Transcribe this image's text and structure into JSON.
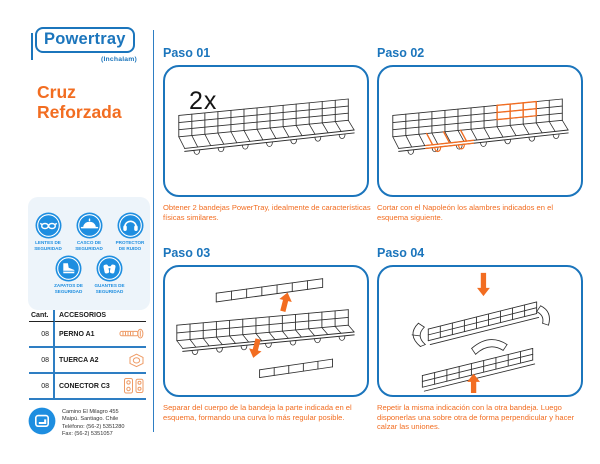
{
  "brand": {
    "logo_text": "Powertray",
    "logo_sub": "(Inchalam)",
    "title_line1": "Cruz",
    "title_line2": "Reforzada"
  },
  "safety": {
    "items": [
      {
        "icon": "goggles-icon",
        "label_line1": "LENTES DE",
        "label_line2": "SEGURIDAD"
      },
      {
        "icon": "helmet-icon",
        "label_line1": "CASCO DE",
        "label_line2": "SEGURIDAD"
      },
      {
        "icon": "earmuff-icon",
        "label_line1": "PROTECTOR",
        "label_line2": "DE RUIDO"
      },
      {
        "icon": "boot-icon",
        "label_line1": "ZAPATOS DE",
        "label_line2": "SEGURIDAD"
      },
      {
        "icon": "gloves-icon",
        "label_line1": "GUANTES DE",
        "label_line2": "SEGURIDAD"
      }
    ]
  },
  "accessories_table": {
    "headers": [
      "Cant.",
      "ACCESORIOS"
    ],
    "rows": [
      {
        "qty": "08",
        "name": "PERNO A1",
        "icon": "bolt-icon"
      },
      {
        "qty": "08",
        "name": "TUERCA A2",
        "icon": "nut-icon"
      },
      {
        "qty": "08",
        "name": "CONECTOR C3",
        "icon": "connector-icon"
      }
    ]
  },
  "footer": {
    "address_lines": [
      "Camino El Milagro 455",
      "Maipú. Santiago. Chile",
      "Teléfono: (56-2) 5351280",
      "Fax: (56-2) 5351057"
    ]
  },
  "steps": [
    {
      "title": "Paso 01",
      "badge": "2x",
      "caption": "Obtener 2 bandejas PowerTray, idealmente de características físicas similares."
    },
    {
      "title": "Paso 02",
      "caption": "Cortar con el Napoleón los alambres indicados en el esquema siguiente."
    },
    {
      "title": "Paso 03",
      "caption": "Separar del cuerpo de la bandeja la parte indicada en el esquema, formando una curva lo más regular posible."
    },
    {
      "title": "Paso 04",
      "caption": "Repetir la misma indicación con la otra bandeja. Luego disponerlas una sobre otra de forma perpendicular y hacer calzar las uniones."
    }
  ],
  "colors": {
    "blue": "#1B75BC",
    "icon_blue": "#1E8EE0",
    "line_blue": "#2E7EC3",
    "orange": "#F26D21",
    "accessory_orange": "#EE9B66",
    "wire": "#2f2f2f",
    "panel_bg": "#EDF4FA"
  }
}
